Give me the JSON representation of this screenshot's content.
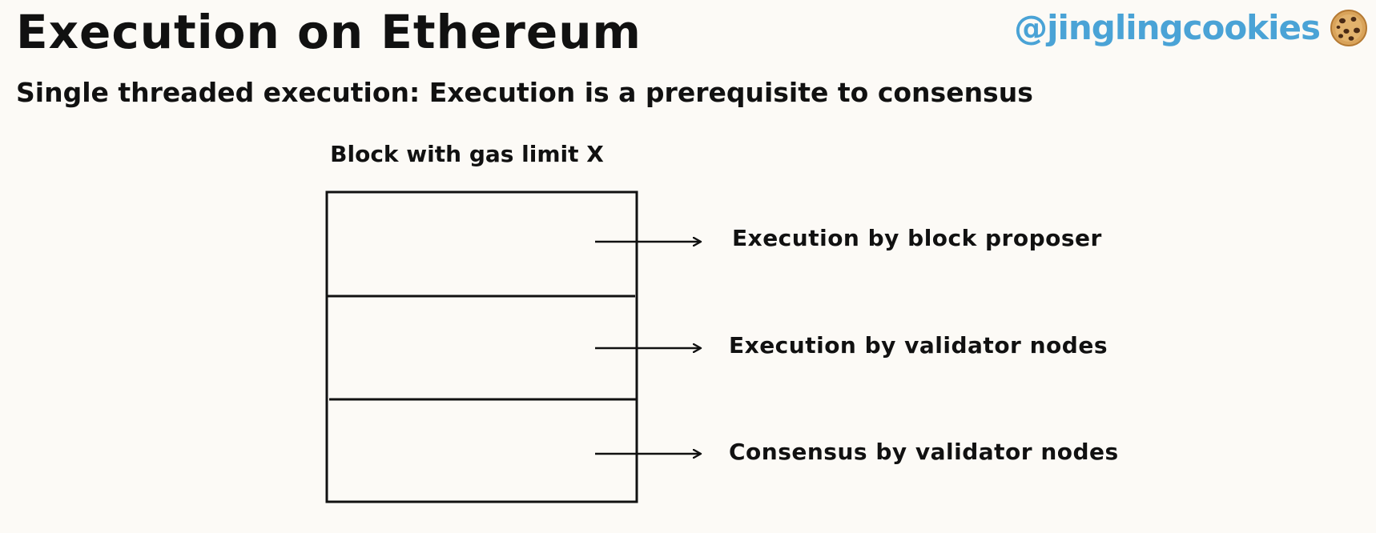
{
  "header": {
    "title": "Execution on Ethereum",
    "subtitle": "Single threaded execution: Execution is a prerequisite to consensus",
    "handle": "@jinglingcookies",
    "handle_color": "#4aa3d6",
    "handle_icon": "cookie-icon"
  },
  "diagram": {
    "block_caption": "Block with gas limit X",
    "rows": [
      {
        "label": "Execution by block proposer"
      },
      {
        "label": "Execution by validator nodes"
      },
      {
        "label": "Consensus by validator nodes"
      }
    ]
  }
}
